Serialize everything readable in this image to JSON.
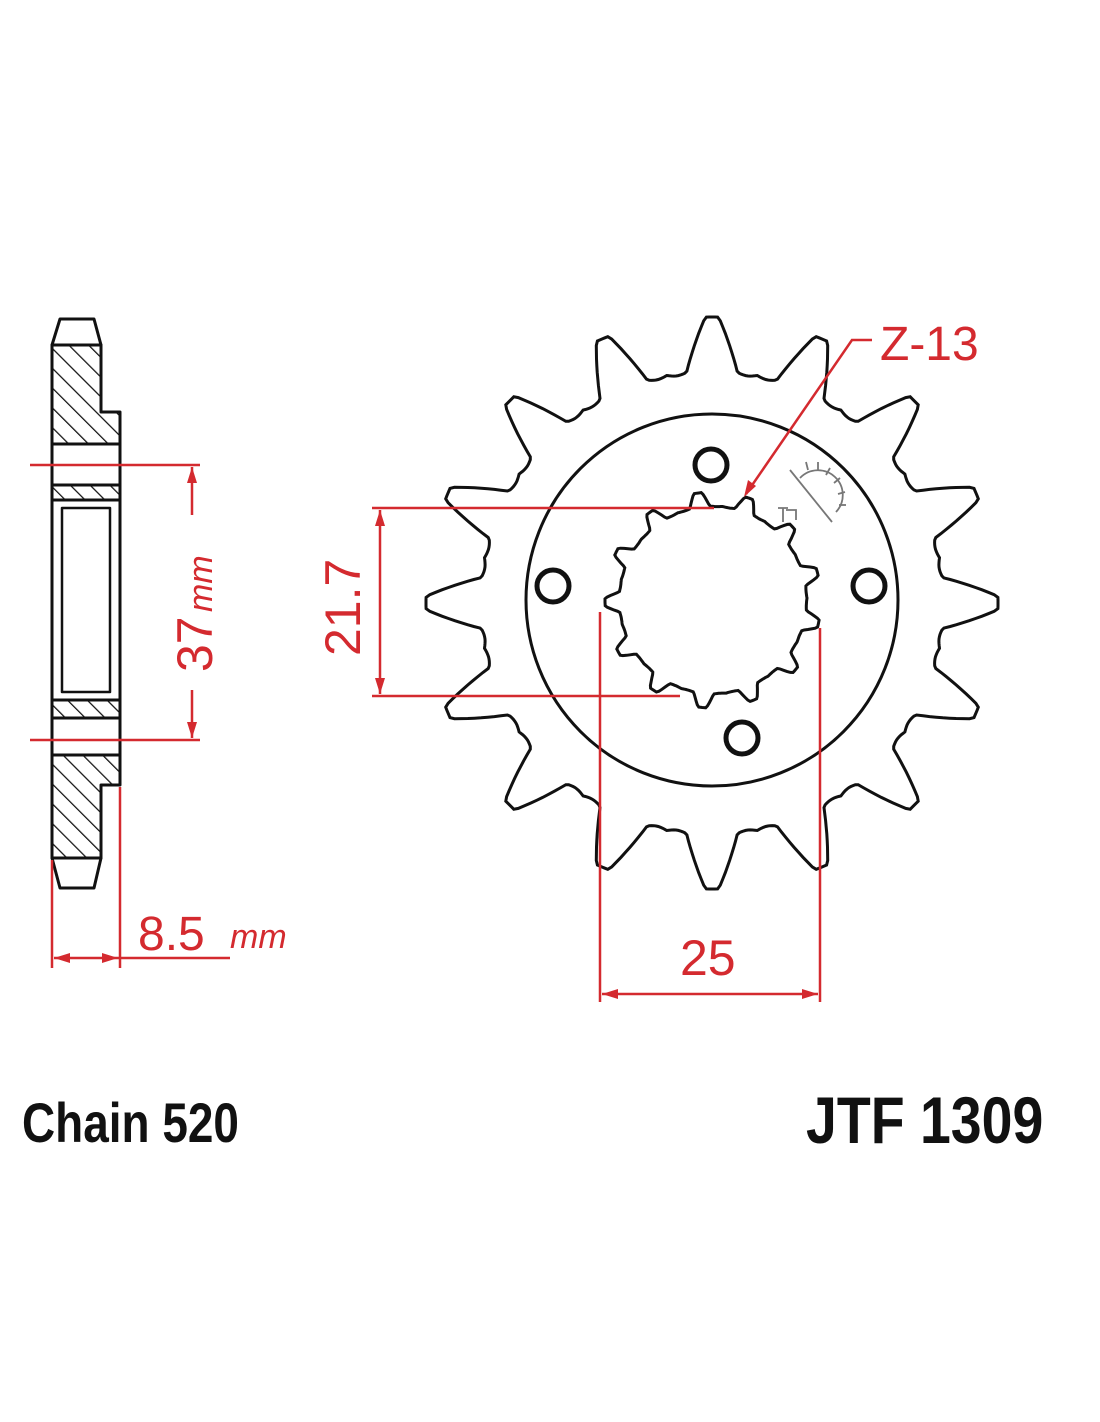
{
  "colors": {
    "outline": "#111111",
    "dimension": "#d42a2f",
    "logo": "#777777"
  },
  "dimensions": {
    "bore_diameter": "37",
    "bore_unit": "mm",
    "thickness": "8.5",
    "thickness_unit": "mm",
    "spline_inner": "21.7",
    "spline_outer": "25",
    "spline_count": "Z-13"
  },
  "footer": {
    "chain": "Chain 520",
    "part_number": "JTF 1309"
  }
}
